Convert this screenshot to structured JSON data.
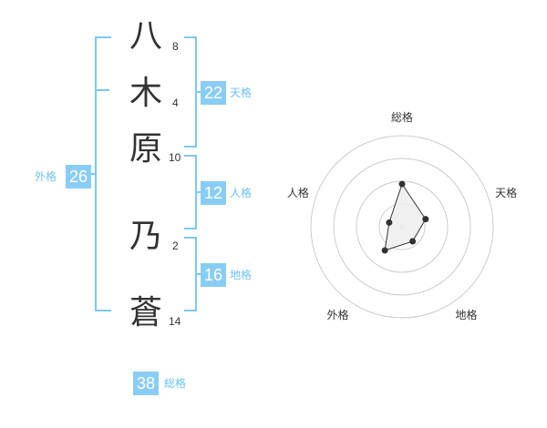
{
  "name_chars": [
    {
      "char": "八",
      "strokes": "8"
    },
    {
      "char": "木",
      "strokes": "4"
    },
    {
      "char": "原",
      "strokes": "10"
    },
    {
      "char": "乃",
      "strokes": "2"
    },
    {
      "char": "蒼",
      "strokes": "14"
    }
  ],
  "scores": {
    "tenkaku": {
      "value": "22",
      "label": "天格"
    },
    "jinkaku": {
      "value": "12",
      "label": "人格"
    },
    "chikaku": {
      "value": "16",
      "label": "地格"
    },
    "gaikaku": {
      "value": "26",
      "label": "外格"
    },
    "soukaku": {
      "value": "38",
      "label": "総格"
    }
  },
  "chart_data": {
    "type": "radar",
    "axes": [
      "総格",
      "天格",
      "地格",
      "外格",
      "人格"
    ],
    "values": [
      38,
      22,
      16,
      26,
      12
    ],
    "rings": 4,
    "colors": {
      "fill": "#ededed",
      "line": "#333333",
      "ring": "#cccccc",
      "center": "#d4d4d4"
    }
  },
  "colors": {
    "accent": "#89cdf6",
    "bracket": "#7cc8f4",
    "text": "#333333"
  }
}
